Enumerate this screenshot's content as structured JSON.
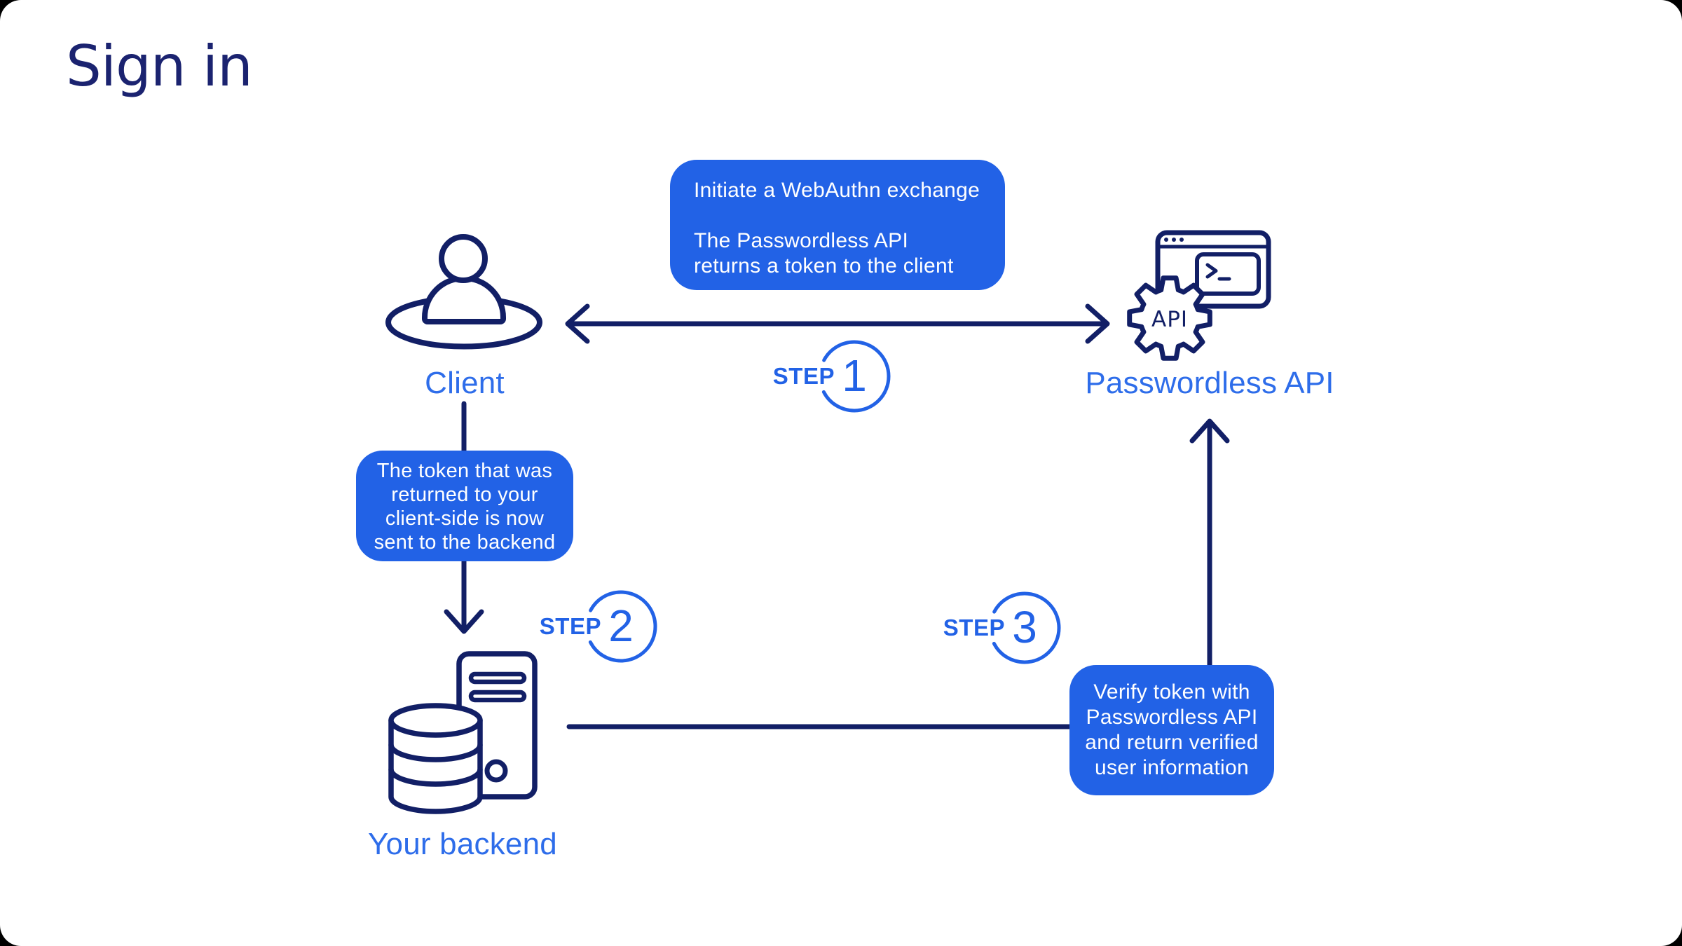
{
  "title": "Sign in",
  "colors": {
    "navy": "#121f66",
    "titleNavy": "#1b2370",
    "accent": "#2262e6",
    "accentText": "#2e6dea",
    "calloutText": "#ffffff",
    "canvas": "#ffffff"
  },
  "nodes": {
    "client": {
      "label": "Client",
      "icon": "person-in-ellipse-icon"
    },
    "passwordless_api": {
      "label": "Passwordless API",
      "icon": "gear-browser-terminal-icon",
      "gear_label": "API"
    },
    "backend": {
      "label": "Your backend",
      "icon": "server-database-icon"
    }
  },
  "steps": [
    {
      "label": "STEP",
      "number": "1"
    },
    {
      "label": "STEP",
      "number": "2"
    },
    {
      "label": "STEP",
      "number": "3"
    }
  ],
  "callouts": {
    "step1": {
      "line1": "Initiate a WebAuthn exchange",
      "line2": "The Passwordless API returns a token to the client"
    },
    "step2": {
      "text": "The token that was returned to your client-side is now sent to the backend"
    },
    "step3": {
      "text": "Verify token with Passwordless API and return verified user information"
    }
  }
}
